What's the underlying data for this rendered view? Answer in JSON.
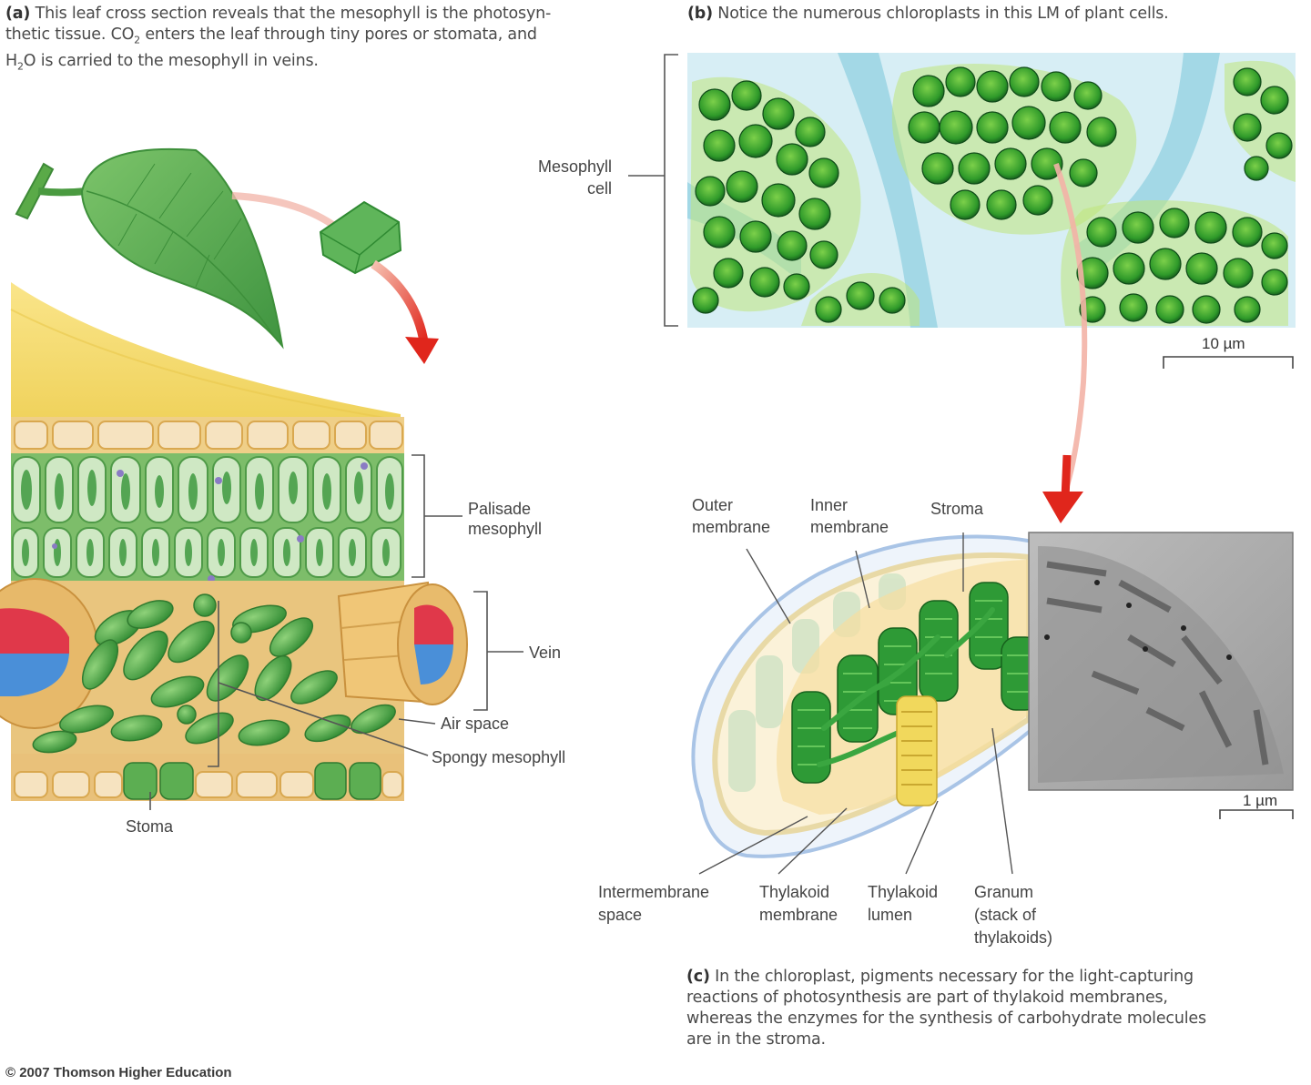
{
  "panel_a": {
    "letter": "(a)",
    "caption_line1": " This leaf cross section reveals that the mesophyll is the photosyn-",
    "caption_line2a": "thetic tissue. CO",
    "caption_line2_sub": "2",
    "caption_line2b": " enters the leaf through tiny pores or stomata, and",
    "caption_line3a": "H",
    "caption_line3_sub": "2",
    "caption_line3b": "O is carried to the mesophyll in veins.",
    "labels": {
      "palisade_1": "Palisade",
      "palisade_2": "mesophyll",
      "vein": "Vein",
      "air_space": "Air space",
      "spongy": "Spongy mesophyll",
      "stoma": "Stoma"
    }
  },
  "panel_b": {
    "letter": "(b)",
    "caption": " Notice the numerous chloroplasts in this LM of plant cells.",
    "labels": {
      "mesophyll_1": "Mesophyll",
      "mesophyll_2": "cell"
    },
    "scale_bar": "10 µm"
  },
  "panel_c": {
    "letter": "(c)",
    "caption_line1": " In the chloroplast, pigments necessary for the light-capturing",
    "caption_line2": "reactions of photosynthesis are part of thylakoid membranes,",
    "caption_line3": "whereas the enzymes for the synthesis of carbohydrate molecules",
    "caption_line4": "are in the stroma.",
    "labels": {
      "outer_1": "Outer",
      "outer_2": "membrane",
      "inner_1": "Inner",
      "inner_2": "membrane",
      "stroma": "Stroma",
      "intermembrane_1": "Intermembrane",
      "intermembrane_2": "space",
      "thyl_membrane_1": "Thylakoid",
      "thyl_membrane_2": "membrane",
      "thyl_lumen_1": "Thylakoid",
      "thyl_lumen_2": "lumen",
      "granum_1": "Granum",
      "granum_2": "(stack of",
      "granum_3": "thylakoids)"
    },
    "scale_bar": "1 µm"
  },
  "footer": {
    "copyright": "© 2007 Thomson Higher Education"
  },
  "colors": {
    "leaf_green": "#5aa84a",
    "epidermis_tan": "#e8c27a",
    "cuticle_yellow": "#f3df6e",
    "xylem_red": "#e0384a",
    "phloem_blue": "#4a8fd8",
    "arrow_red": "#e02a20",
    "chloroplast_dark": "#1f8a2a",
    "lm_blue": "#bfe6f2",
    "em_gray": "#8a8a8a"
  }
}
